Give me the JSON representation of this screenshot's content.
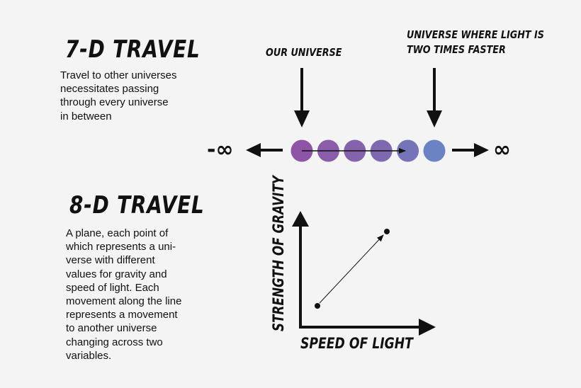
{
  "section_7d": {
    "title": "7-D TRAVEL",
    "description": "Travel to other universes\n necessitates passing\n through every universe\n in between"
  },
  "section_8d": {
    "title": "8-D TRAVEL",
    "description": "A plane, each point of\nwhich represents a uni-\nverse with different\nvalues for gravity and\nspeed of light. Each\nmovement along the line\nrepresents a movement\nto another universe\nchanging across two\nvariables."
  },
  "line_diagram": {
    "our_universe_label": "OUR UNIVERSE",
    "faster_universe_label": "UNIVERSE WHERE LIGHT IS\nTWO TIMES FASTER",
    "negative_infinity": "-∞",
    "positive_infinity": "∞",
    "universe_colors": [
      "#8e55a6",
      "#8a5ca9",
      "#8563ac",
      "#7e69b0",
      "#7574b8",
      "#6b83c2"
    ]
  },
  "plane_diagram": {
    "ylabel": "STRENGTH OF GRAVITY",
    "xlabel": "SPEED OF LIGHT"
  }
}
